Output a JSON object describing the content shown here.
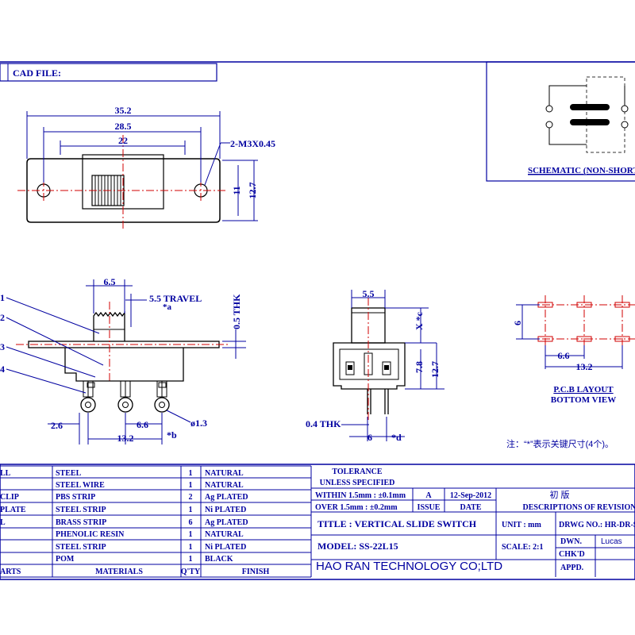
{
  "header": {
    "cad_file_label": "CAD FILE:"
  },
  "schematic": {
    "label": "SCHEMATIC (NON-SHORTIN"
  },
  "top_view": {
    "dim_overall": "35.2",
    "dim_holes": "28.5",
    "dim_body": "22",
    "dim_thread": "2-M3X0.45",
    "dim_h11": "11",
    "dim_h127": "12.7"
  },
  "side_view": {
    "dim_knob": "6.5",
    "dim_travel": "5.5 TRAVEL",
    "dim_travel_note": "*a",
    "dim_thk": "0.5 THK",
    "callouts": [
      "1",
      "2",
      "3",
      "4"
    ],
    "dim_26": "2.6",
    "dim_66": "6.6",
    "dim_13": "ø1.3",
    "dim_132": "13.2",
    "dim_b": "*b"
  },
  "front_view": {
    "dim_55": "5.5",
    "dim_xc": "X *c",
    "dim_78": "7.8",
    "dim_127": "12.7",
    "dim_04": "0.4 THK",
    "dim_6": "6",
    "dim_d": "*d"
  },
  "pcb": {
    "dim_6": "6",
    "dim_66": "6.6",
    "dim_132": "13.2",
    "label1": "P.C.B LAYOUT",
    "label2": "BOTTOM VIEW"
  },
  "note": "注：“*”表示关键尺寸(4个)。",
  "bom": [
    {
      "part": "LL",
      "material": "STEEL",
      "qty": "1",
      "finish": "NATURAL"
    },
    {
      "part": "",
      "material": "STEEL WIRE",
      "qty": "1",
      "finish": "NATURAL"
    },
    {
      "part": "CLIP",
      "material": "PBS STRIP",
      "qty": "2",
      "finish": "Ag PLATED"
    },
    {
      "part": "PLATE",
      "material": "STEEL STRIP",
      "qty": "1",
      "finish": "Ni PLATED"
    },
    {
      "part": "L",
      "material": "BRASS STRIP",
      "qty": "6",
      "finish": "Ag PLATED"
    },
    {
      "part": "",
      "material": "PHENOLIC RESIN",
      "qty": "1",
      "finish": "NATURAL"
    },
    {
      "part": "",
      "material": "STEEL STRIP",
      "qty": "1",
      "finish": "Ni PLATED"
    },
    {
      "part": "",
      "material": "POM",
      "qty": "1",
      "finish": "BLACK"
    }
  ],
  "bom_header": {
    "part": "ARTS",
    "material": "MATERIALS",
    "qty": "Q'TY",
    "finish": "FINISH"
  },
  "title_block": {
    "tolerance": "TOLERANCE",
    "unless": "UNLESS  SPECIFIED",
    "within": "WITHIN 1.5mm : ±0.1mm",
    "over": "OVER 1.5mm : ±0.2mm",
    "rev": "A",
    "rev_date": "12-Sep-2012",
    "rev_desc": "初 版",
    "issue": "ISSUE",
    "date": "DATE",
    "desc_rev": "DESCRIPTIONS OF REVISION",
    "title": "TITLE :  VERTICAL SLIDE SWITCH",
    "unit": "UNIT :  mm",
    "drwg": "DRWG NO.:  HR-DR-S",
    "model": "MODEL:  SS-22L15",
    "scale": "SCALE:  2:1",
    "dwn": "DWN.",
    "dwn_name": "Lucas",
    "chkd": "CHK'D",
    "appd": "APPD.",
    "company": "HAO RAN TECHNOLOGY CO;LTD"
  }
}
